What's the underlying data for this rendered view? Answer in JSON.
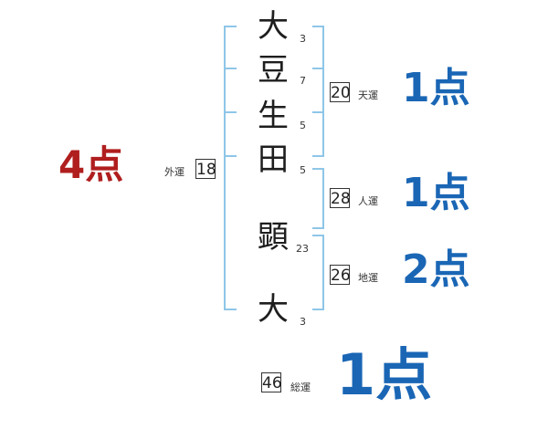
{
  "surname": [
    {
      "char": "大",
      "strokes": "3"
    },
    {
      "char": "豆",
      "strokes": "7"
    },
    {
      "char": "生",
      "strokes": "5"
    },
    {
      "char": "田",
      "strokes": "5"
    }
  ],
  "given_name": [
    {
      "char": "顕",
      "strokes": "23"
    },
    {
      "char": "大",
      "strokes": "3"
    }
  ],
  "gaikaku": {
    "value": "18",
    "label": "外運",
    "score": "4点"
  },
  "tenkaku": {
    "value": "20",
    "label": "天運",
    "score": "1点"
  },
  "jinkaku": {
    "value": "28",
    "label": "人運",
    "score": "1点"
  },
  "chikaku": {
    "value": "26",
    "label": "地運",
    "score": "2点"
  },
  "soukaku": {
    "value": "46",
    "label": "総運",
    "score": "1点"
  },
  "colors": {
    "bracket": "#8ec6e8",
    "score_blue": "#1a66b5",
    "score_red": "#b01e1e"
  }
}
